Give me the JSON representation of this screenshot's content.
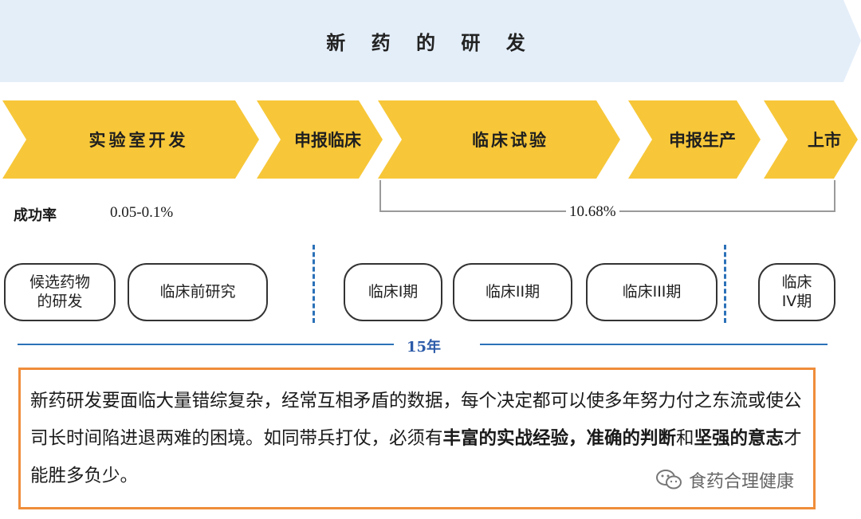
{
  "header": {
    "title": "新 药 的 研 发"
  },
  "stages": [
    {
      "label": "实验室开发"
    },
    {
      "label": "申报临床"
    },
    {
      "label": "临床试验"
    },
    {
      "label": "申报生产"
    },
    {
      "label": "上市"
    }
  ],
  "success_rate": {
    "label": "成功率",
    "preclinical": "0.05-0.1%",
    "clinical": "10.68%"
  },
  "phases": [
    {
      "line1": "候选药物",
      "line2": "的研发"
    },
    {
      "line1": "临床前研究",
      "line2": ""
    },
    {
      "line1": "临床I期",
      "line2": ""
    },
    {
      "line1": "临床II期",
      "line2": ""
    },
    {
      "line1": "临床III期",
      "line2": ""
    },
    {
      "line1": "临床",
      "line2": "IV期"
    }
  ],
  "timeline": {
    "label": "15年"
  },
  "description": {
    "part1": "新药研发要面临大量错综复杂，经常互相矛盾的数据，每个决定都可以使多年努力付之东流或使公司长时间陷进退两难的困境。如同带兵打仗，必须有",
    "bold1": "丰富的实战经验，准确的判断",
    "part2": "和",
    "bold2": "坚强的意志",
    "part3": "才能胜多负少。"
  },
  "watermark": {
    "text": "食药合理健康",
    "icon": "wechat-icon"
  },
  "colors": {
    "banner": "#e4eef9",
    "chevron": "#f7c739",
    "accent_blue": "#2b71b8",
    "box_border": "#ef8d3a"
  }
}
